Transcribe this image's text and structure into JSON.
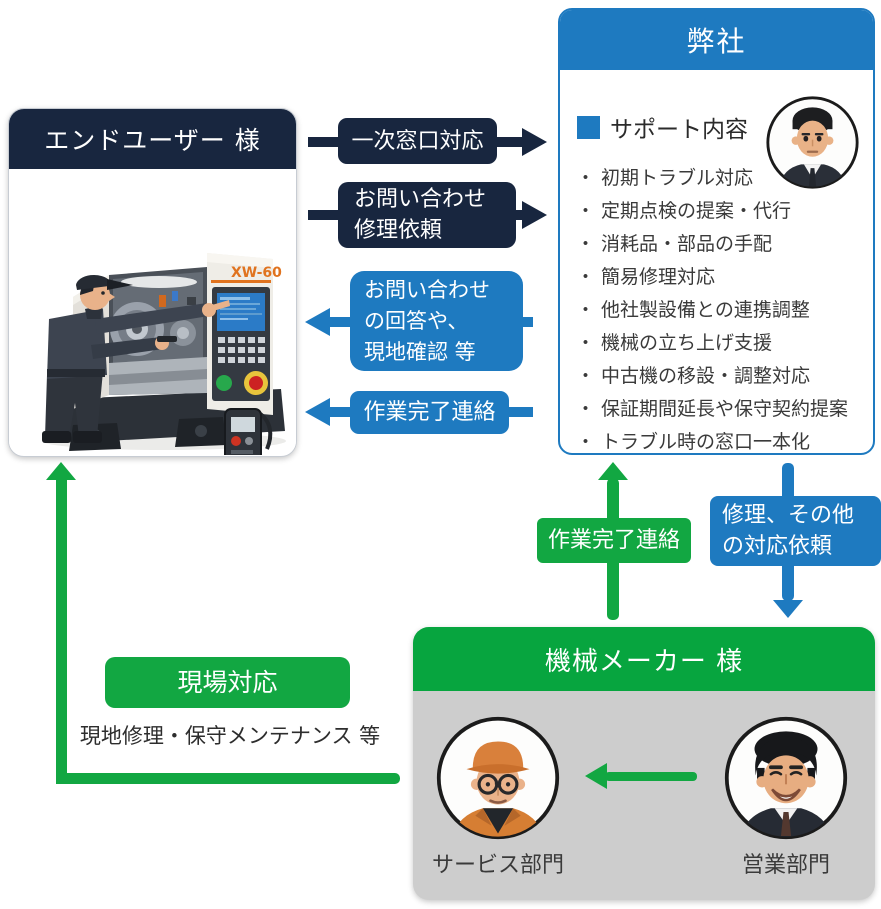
{
  "end_user": {
    "title": "エンドユーザー 様",
    "machine_model": "XW-60"
  },
  "company": {
    "title": "弊社",
    "support_heading": "サポート内容",
    "support_items": [
      "初期トラブル対応",
      "定期点検の提案・代行",
      "消耗品・部品の手配",
      "簡易修理対応",
      "他社製設備との連携調整",
      "機械の立ち上げ支援",
      "中古機の移設・調整対応",
      "保証期間延長や保守契約提案",
      "トラブル時の窓口一本化"
    ]
  },
  "maker": {
    "title": "機械メーカー 様",
    "service_dept": "サービス部門",
    "sales_dept": "営業部門"
  },
  "flows": {
    "primary_contact": "一次窓口対応",
    "inquiry_request": "お問い合わせ\n修理依頼",
    "inquiry_response": "お問い合わせ\nの回答や、\n現地確認 等",
    "completion_to_user": "作業完了連絡",
    "completion_to_company": "作業完了連絡",
    "repair_dispatch": "修理、その他\nの対応依頼",
    "onsite_response": "現場対応",
    "onsite_note": "現地修理・保守メンテナンス 等"
  },
  "colors": {
    "navy": "#18263f",
    "blue": "#1e7ac0",
    "green": "#12a742",
    "maker_gray": "#cdcdcd"
  }
}
